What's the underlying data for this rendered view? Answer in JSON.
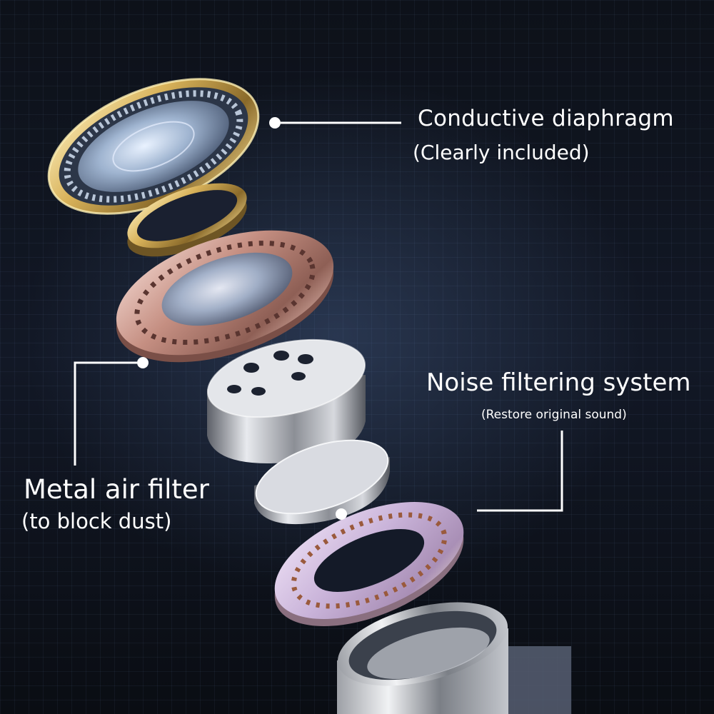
{
  "callouts": {
    "conductive_diaphragm": {
      "title": "Conductive diaphragm",
      "subtitle": "(Clearly included)"
    },
    "noise_filtering": {
      "title": "Noise filtering system",
      "subtitle": "(Restore original sound)"
    },
    "metal_air_filter": {
      "title": "Metal air filter",
      "subtitle": "(to block dust)"
    }
  },
  "colors": {
    "background": "#0d1119",
    "text": "#ffffff",
    "gold": "#d8b25a",
    "rose_gold": "#d7a89a",
    "silver": "#c9ccd2",
    "lavender": "#c9b3d9"
  }
}
